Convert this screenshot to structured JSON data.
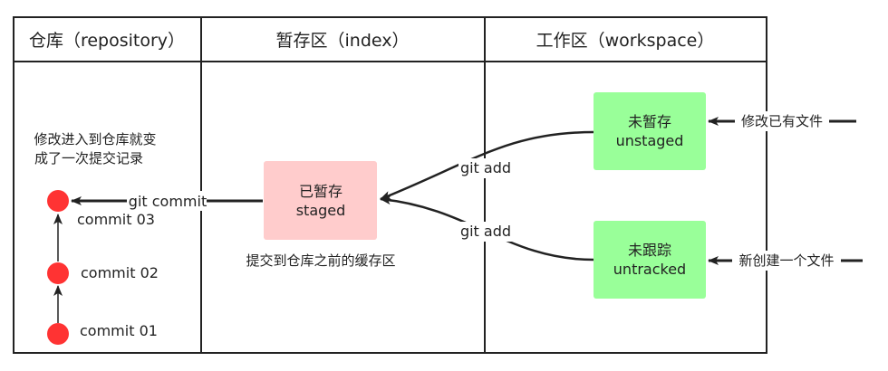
{
  "columns": {
    "repository": "仓库（repository）",
    "index": "暂存区（index）",
    "workspace": "工作区（workspace）"
  },
  "repository": {
    "note_line1": "修改进入到仓库就变",
    "note_line2": "成了一次提交记录",
    "commits": [
      "commit 03",
      "commit 02",
      "commit 01"
    ]
  },
  "index": {
    "box_line1": "已暂存",
    "box_line2": "staged",
    "caption": "提交到仓库之前的缓存区"
  },
  "workspace": {
    "unstaged_line1": "未暂存",
    "unstaged_line2": "unstaged",
    "untracked_line1": "未跟踪",
    "untracked_line2": "untracked"
  },
  "edges": {
    "git_commit": "git commit",
    "git_add_1": "git add",
    "git_add_2": "git add",
    "modify_existing": "修改已有文件",
    "create_new": "新创建一个文件"
  },
  "colors": {
    "border": "#222222",
    "commit_dot": "#ff3333",
    "staged_fill": "#ffcccc",
    "workspace_fill": "#99ff99"
  }
}
